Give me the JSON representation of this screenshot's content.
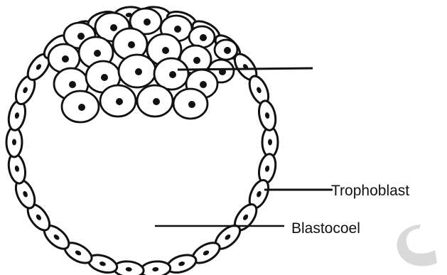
{
  "diagram": {
    "labels": {
      "top": "",
      "trophoblast": "Trophoblast",
      "blastocoel": "Blastocoel"
    },
    "colors": {
      "ink": "#111111",
      "cell_fill": "#ffffff",
      "watermark": "#cfcfcf"
    },
    "parts": [
      "outer-circle",
      "trophoblast-cells",
      "inner-cell-mass",
      "blastocoel-cavity"
    ]
  }
}
